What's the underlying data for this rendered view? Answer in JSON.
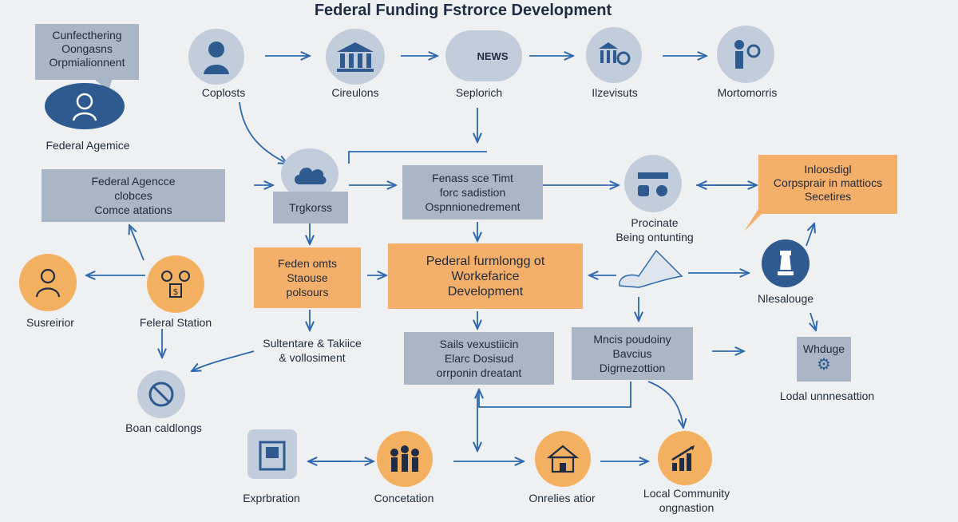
{
  "title": "Federal Funding Fstrorce Development",
  "callout_left": [
    "Cunfecthering",
    "Oongasns",
    "Orpmialionnent"
  ],
  "callout_right": [
    "Inloosdigl",
    "Corpsprair in mattiocs",
    "Secetires"
  ],
  "top_row": [
    {
      "label": "Coplosts",
      "icon": "person-icon"
    },
    {
      "label": "Cireulons",
      "icon": "building-icon"
    },
    {
      "label": "Seplorich",
      "icon": "news-icon",
      "badge": "NEWS"
    },
    {
      "label": "Ilzevisuts",
      "icon": "gear-building-icon"
    },
    {
      "label": "Mortomorris",
      "icon": "person-gear-icon"
    }
  ],
  "federal_agency_label": "Federal Agemice",
  "boxes": {
    "agency_clobces": [
      "Federal Agencce",
      "clobces",
      "Comce atations"
    ],
    "fenes": [
      "Fenass sce Timt",
      "forc sadistion",
      "Ospnnionedrement"
    ],
    "fedens": [
      "Feden omts",
      "Staouse",
      "polsours"
    ],
    "central": [
      "Pederal furmlongg ot",
      "Workefarice",
      "Development"
    ],
    "sails": [
      "Sails vexustiicin",
      "Elarc Dosisud",
      "orrponin dreatant"
    ],
    "mncis": [
      "Mncis poudoiny",
      "Bavcius",
      "Digrnezottion"
    ]
  },
  "nodes": {
    "trgkorss": "Trgkorss",
    "proclinate": [
      "Procinate",
      "Being ontunting"
    ],
    "nlesalouge": "Nlesalouge",
    "suretrior": "Susreirior",
    "feleral_station": "Feleral Station",
    "sultentare": [
      "Sultentare & Takiice",
      "& vollosiment"
    ],
    "boan": "Boan caldlongs",
    "whduge": "Whduge",
    "local_unn": "Lodal unnnesattion",
    "exprbration": "Exprbration",
    "concetation": "Concetation",
    "onrelies": "Onrelies atior",
    "local_community": [
      "Local Community",
      "ongnastion"
    ]
  },
  "colors": {
    "background": "#eef0f2",
    "gray_box": "#a9b6c6",
    "orange_box": "#f4b06a",
    "arrow": "#2e69b0",
    "icon_dark": "#2f5a8f"
  }
}
